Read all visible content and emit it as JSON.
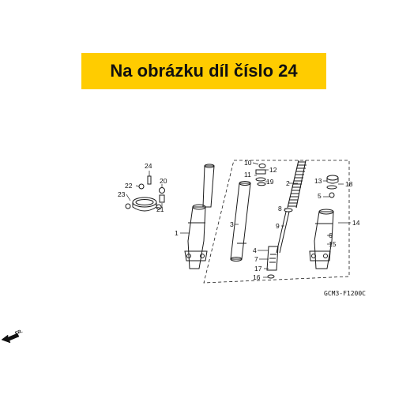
{
  "banner": {
    "text": "Na obrázku díl číslo 24",
    "color": "#ffcc00"
  },
  "diagram": {
    "code": "GCM3-F1200C",
    "front_marker": "FR.",
    "callouts": [
      "1",
      "2",
      "3",
      "4",
      "5",
      "6",
      "7",
      "8",
      "9",
      "10",
      "11",
      "12",
      "13",
      "14",
      "15",
      "16",
      "17",
      "18",
      "19",
      "20",
      "21",
      "22",
      "23",
      "24"
    ]
  }
}
